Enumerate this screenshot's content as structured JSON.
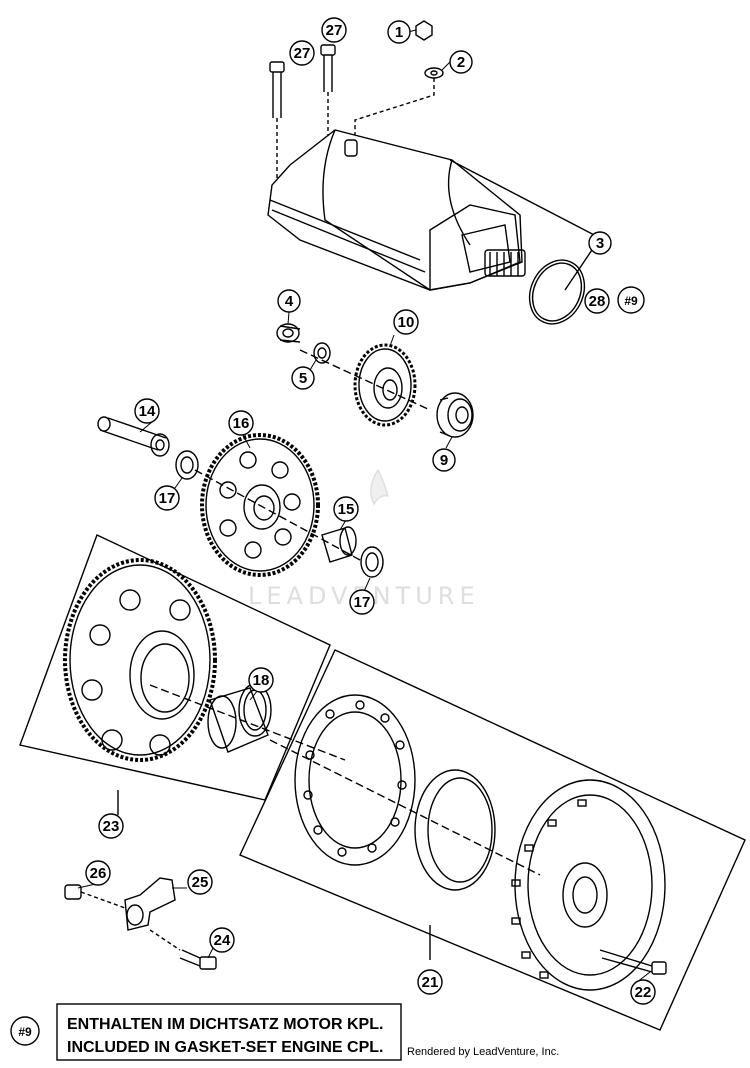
{
  "callouts": [
    {
      "id": "c1",
      "text": "1"
    },
    {
      "id": "c2",
      "text": "2"
    },
    {
      "id": "c3",
      "text": "3"
    },
    {
      "id": "c4",
      "text": "4"
    },
    {
      "id": "c5",
      "text": "5"
    },
    {
      "id": "c9",
      "text": "9"
    },
    {
      "id": "c10",
      "text": "10"
    },
    {
      "id": "c14",
      "text": "14"
    },
    {
      "id": "c15",
      "text": "15"
    },
    {
      "id": "c16",
      "text": "16"
    },
    {
      "id": "c17a",
      "text": "17"
    },
    {
      "id": "c17b",
      "text": "17"
    },
    {
      "id": "c18",
      "text": "18"
    },
    {
      "id": "c21",
      "text": "21"
    },
    {
      "id": "c22",
      "text": "22"
    },
    {
      "id": "c23",
      "text": "23"
    },
    {
      "id": "c24",
      "text": "24"
    },
    {
      "id": "c25",
      "text": "25"
    },
    {
      "id": "c26",
      "text": "26"
    },
    {
      "id": "c27a",
      "text": "27"
    },
    {
      "id": "c27b",
      "text": "27"
    },
    {
      "id": "c28",
      "text": "28"
    },
    {
      "id": "c9tag",
      "text": "#9"
    }
  ],
  "note": {
    "tag": "#9",
    "line1": "ENTHALTEN IM DICHTSATZ MOTOR KPL.",
    "line2": "INCLUDED IN GASKET-SET ENGINE CPL."
  },
  "credit": "Rendered by LeadVenture, Inc.",
  "watermark": "LEADVENTURE"
}
